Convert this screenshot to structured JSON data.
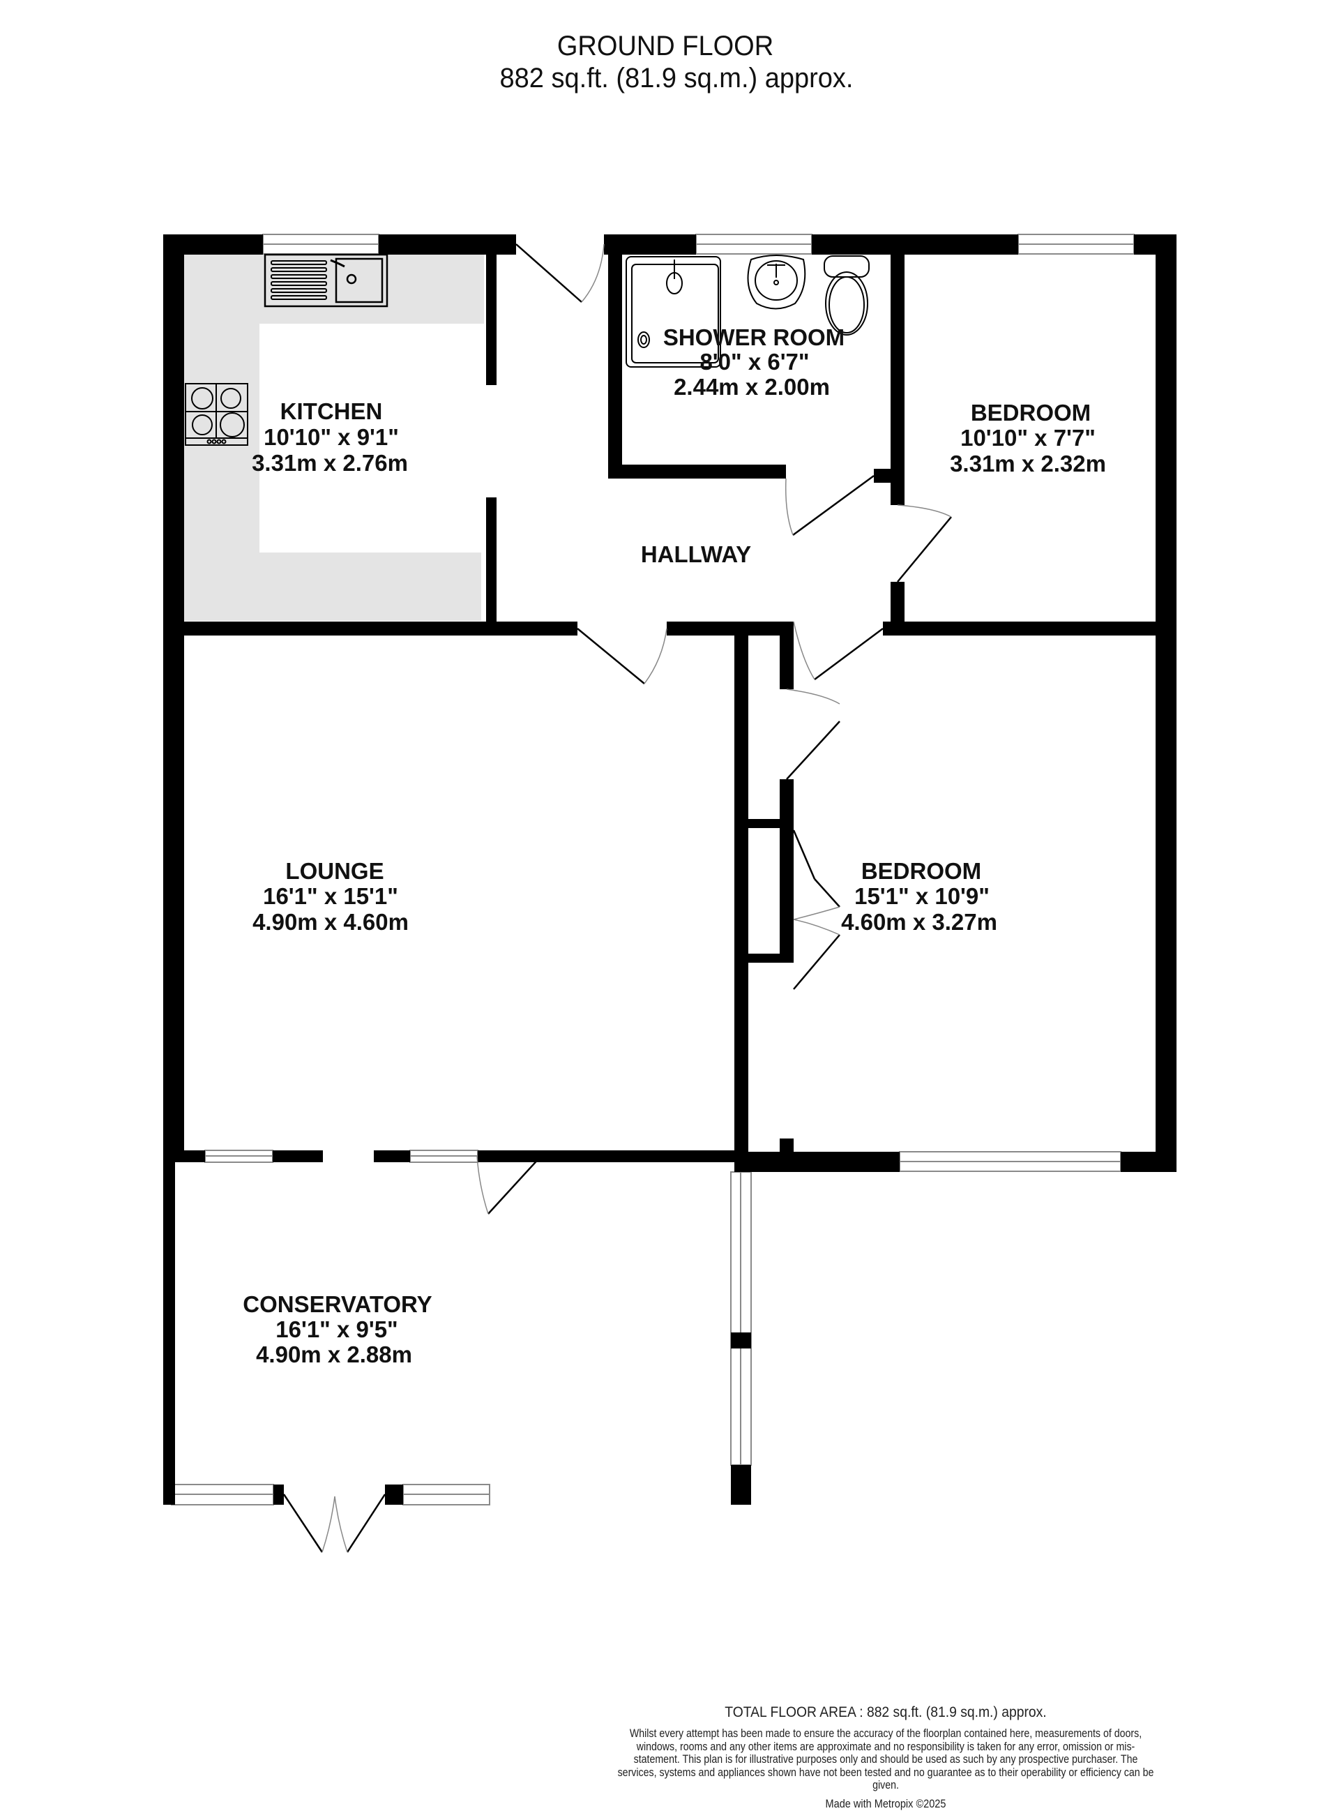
{
  "header": {
    "title": "GROUND FLOOR",
    "subtitle": "882 sq.ft. (81.9 sq.m.) approx."
  },
  "rooms": {
    "kitchen": {
      "name": "KITCHEN",
      "imperial": "10'10\"  x 9'1\"",
      "metric": "3.31m  x 2.76m"
    },
    "shower_room": {
      "name": "SHOWER ROOM",
      "imperial": "8'0\"  x 6'7\"",
      "metric": "2.44m  x 2.00m"
    },
    "bedroom_1": {
      "name": "BEDROOM",
      "imperial": "10'10\"  x 7'7\"",
      "metric": "3.31m  x 2.32m"
    },
    "hallway": {
      "name": "HALLWAY"
    },
    "lounge": {
      "name": "LOUNGE",
      "imperial": "16'1\"  x 15'1\"",
      "metric": "4.90m  x 4.60m"
    },
    "bedroom_2": {
      "name": "BEDROOM",
      "imperial": "15'1\"  x 10'9\"",
      "metric": "4.60m  x 3.27m"
    },
    "conservatory": {
      "name": "CONSERVATORY",
      "imperial": "16'1\"  x 9'5\"",
      "metric": "4.90m  x 2.88m"
    }
  },
  "fixtures": {
    "kitchen": [
      "sink-drainer-icon",
      "hob-icon"
    ],
    "shower_room": [
      "shower-tray-icon",
      "basin-icon",
      "toilet-icon"
    ]
  },
  "colors": {
    "wall": "#000000",
    "kitchen_worktop": "#e4e4e4",
    "window_line": "#8a8a8a",
    "background": "#ffffff"
  },
  "footer": {
    "total_area": "TOTAL FLOOR AREA : 882 sq.ft. (81.9 sq.m.) approx.",
    "disclaimer": "Whilst every attempt has been made to ensure the accuracy of the floorplan contained here, measurements of doors, windows, rooms and any other items are approximate and no responsibility is taken for any error, omission or mis-statement. This plan is for illustrative purposes only and should be used as such by any prospective purchaser. The services, systems and appliances shown have not been tested and no guarantee as to their operability or efficiency can be given.",
    "made_with": "Made with Metropix ©2025"
  }
}
